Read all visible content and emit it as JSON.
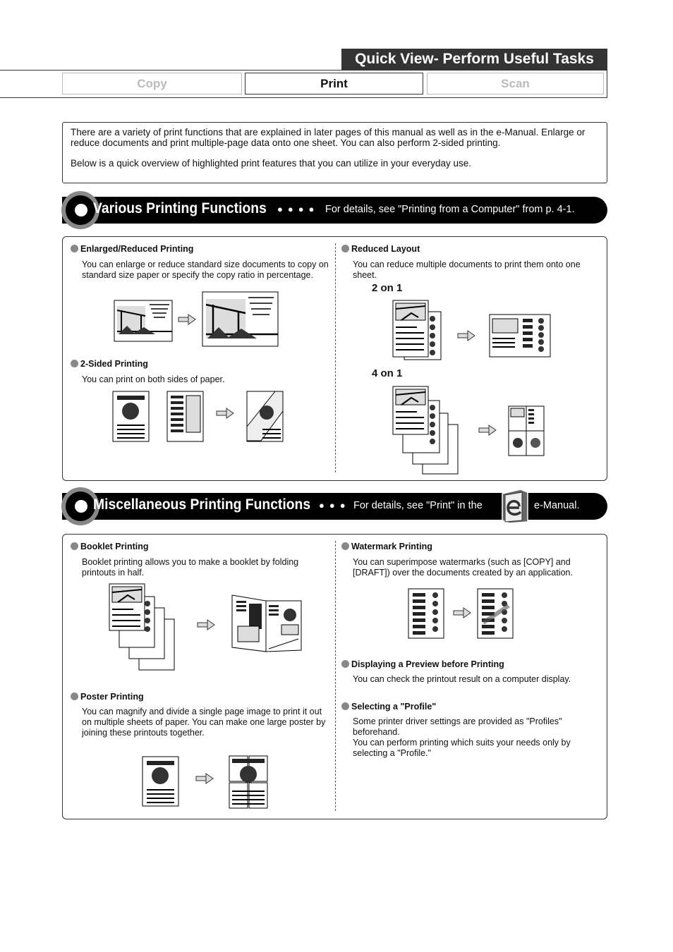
{
  "header": {
    "title": "Quick View- Perform Useful Tasks",
    "tabs": [
      {
        "label": "Copy",
        "active": false
      },
      {
        "label": "Print",
        "active": true
      },
      {
        "label": "Scan",
        "active": false
      }
    ]
  },
  "intro": {
    "paragraph1": "There are a variety of print functions that are explained in later pages of this manual as well as in the e-Manual. Enlarge or reduce documents and print multiple-page data onto one sheet. You can also perform 2-sided printing.",
    "paragraph2": "Below is a quick overview of highlighted print features that you can utilize in your everyday use."
  },
  "sections": {
    "various": {
      "title": "Various Printing Functions",
      "note": "For details, see \"Printing from a Computer\" from p. 4-1.",
      "features": {
        "enlarged": {
          "title": "Enlarged/Reduced Printing",
          "desc": "You can enlarge or reduce standard size documents to copy on standard size paper or specify the copy ratio in percentage."
        },
        "two_sided": {
          "title": "2-Sided Printing",
          "desc": "You can print on both sides of paper."
        },
        "reduced_layout": {
          "title": "Reduced Layout",
          "desc": "You can reduce multiple documents to print them onto one sheet.",
          "label_2on1": "2 on 1",
          "label_4on1": "4 on 1"
        }
      }
    },
    "misc": {
      "title": "Miscellaneous Printing Functions",
      "note_prefix": "For details, see \"Print\" in the",
      "note_suffix": "e-Manual.",
      "features": {
        "booklet": {
          "title": "Booklet Printing",
          "desc": "Booklet printing allows you to make a booklet by folding printouts in half."
        },
        "poster": {
          "title": "Poster Printing",
          "desc": "You can magnify and divide a single page image to print it out on multiple sheets of paper. You can make one large poster by joining these printouts together."
        },
        "watermark": {
          "title": "Watermark Printing",
          "desc": "You can superimpose watermarks (such as [COPY] and [DRAFT]) over the documents created by an application."
        },
        "preview": {
          "title": "Displaying a Preview before Printing",
          "desc": "You can check the printout result on a computer display."
        },
        "profile": {
          "title": "Selecting a \"Profile\"",
          "desc1": "Some printer driver settings are provided as \"Profiles\" beforehand.",
          "desc2": "You can perform printing which suits your needs only by selecting a \"Profile.\""
        }
      }
    }
  },
  "colors": {
    "banner_bg": "#000000",
    "title_bg": "#333333",
    "bullet": "#888888",
    "inactive_tab_text": "#bbbbbb"
  },
  "icons": [
    "arrow-icon",
    "e-manual-icon",
    "bullet-dot-icon"
  ]
}
